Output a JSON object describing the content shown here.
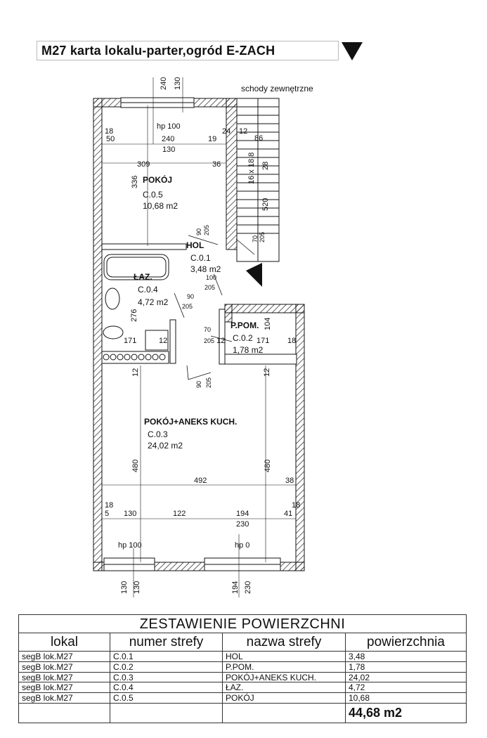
{
  "header": {
    "title": "M27 karta lokalu-parter,ogród E-ZACH"
  },
  "plan": {
    "stairs_label": "schody zewnętrzne",
    "stairs_dims": [
      "16 x 18,8",
      "28",
      "520",
      "86"
    ],
    "rooms": [
      {
        "name": "POKÓJ",
        "code": "C.0.5",
        "area": "10,68 m2"
      },
      {
        "name": "HOL",
        "code": "C.0.1",
        "area": "3,48 m2"
      },
      {
        "name": "ŁAZ.",
        "code": "C.0.4",
        "area": "4,72 m2"
      },
      {
        "name": "P.POM.",
        "code": "C.0.2",
        "area": "1,78 m2"
      },
      {
        "name": "POKÓJ+ANEKS KUCH.",
        "code": "C.0.3",
        "area": "24,02 m2"
      }
    ],
    "dims": {
      "top_window": [
        "240",
        "130"
      ],
      "hp_top": "hp 100",
      "row1": [
        "18",
        "50",
        "240",
        "130",
        "19",
        "24",
        "12"
      ],
      "row2": [
        "309",
        "36"
      ],
      "pokoj_h": "336",
      "door1": [
        "90",
        "205"
      ],
      "door_hol": [
        "100",
        "205"
      ],
      "door_laz": [
        "90",
        "205"
      ],
      "laz_h": "276",
      "ppom": [
        "70",
        "205",
        "12",
        "171",
        "104",
        "18"
      ],
      "row_mid": [
        "171",
        "12"
      ],
      "door_main": [
        "90",
        "205"
      ],
      "wall12": [
        "12",
        "12"
      ],
      "kitchen": [
        "480",
        "492",
        "480",
        "38"
      ],
      "bottom_row": [
        "18",
        "5",
        "130",
        "122",
        "194",
        "230",
        "41",
        "18"
      ],
      "hp_bottom": [
        "hp 100",
        "hp 0"
      ],
      "bottom_win": [
        "130",
        "130",
        "194",
        "230"
      ],
      "stair_small": [
        "70",
        "205"
      ]
    }
  },
  "table": {
    "title": "ZESTAWIENIE POWIERZCHNI",
    "headers": [
      "lokal",
      "numer strefy",
      "nazwa strefy",
      "powierzchnia"
    ],
    "rows": [
      [
        "segB lok.M27",
        "C.0.1",
        "HOL",
        "3,48"
      ],
      [
        "segB lok.M27",
        "C.0.2",
        "P.POM.",
        "1,78"
      ],
      [
        "segB lok.M27",
        "C.0.3",
        "POKÓJ+ANEKS KUCH.",
        "24,02"
      ],
      [
        "segB lok.M27",
        "C.0.4",
        "ŁAZ.",
        "4,72"
      ],
      [
        "segB lok.M27",
        "C.0.5",
        "POKÓJ",
        "10,68"
      ]
    ],
    "total": "44,68 m2"
  }
}
